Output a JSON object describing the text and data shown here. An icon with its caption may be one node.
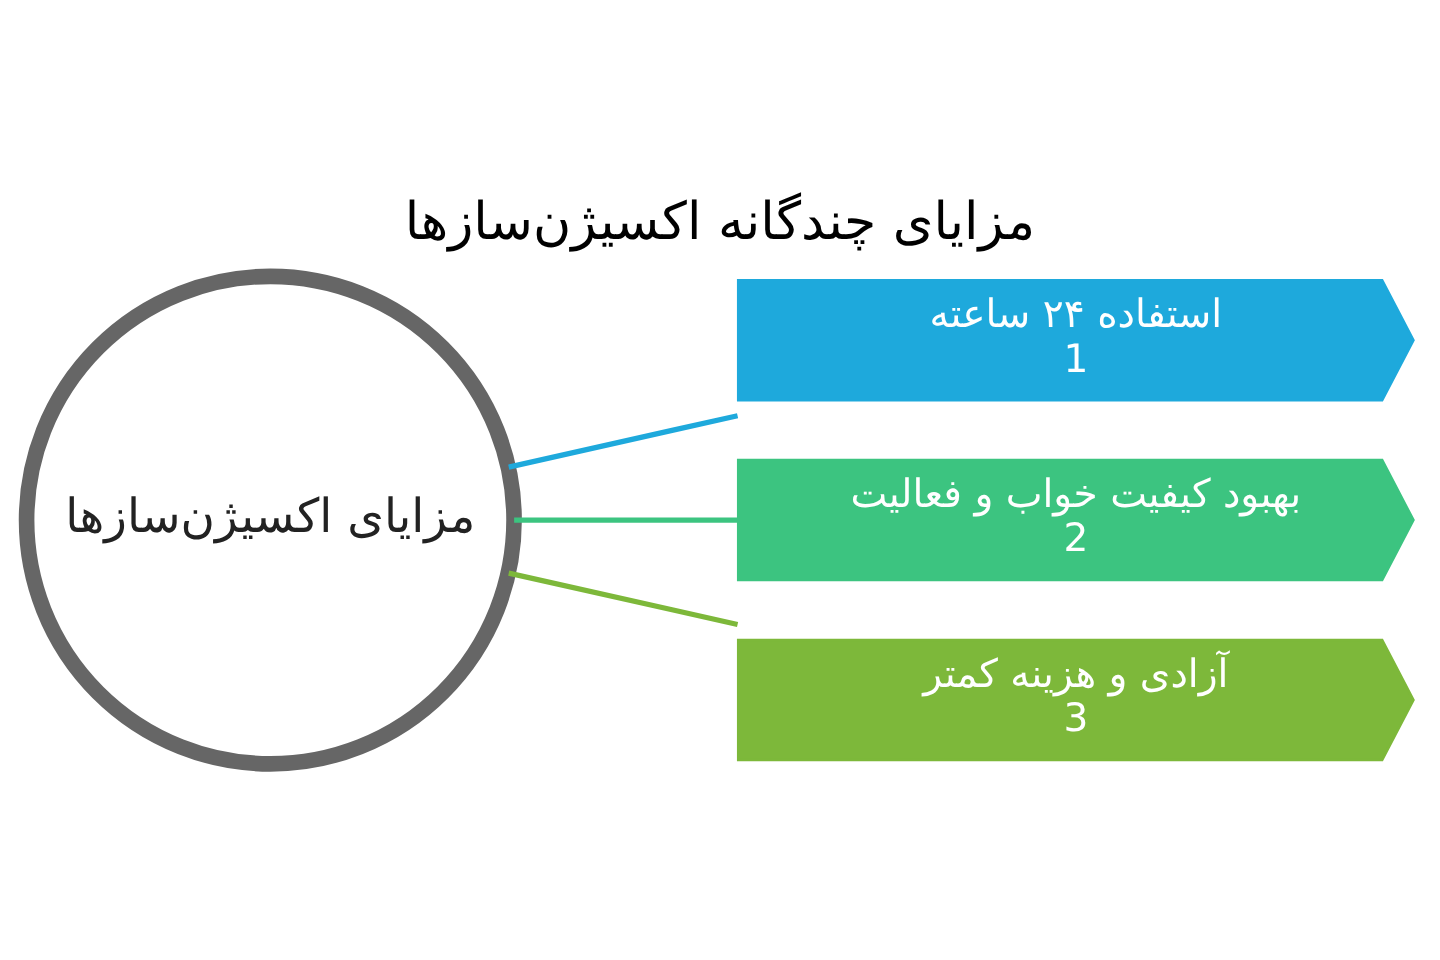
{
  "diagram": {
    "title": "مزایای چندگانه اکسیژن‌سازها",
    "nodes": [
      {
        "text": [
          "مزایای اکسیژن‌سازها"
        ]
      },
      {
        "text": [
          "استفاده ۲۴ ساعته",
          "1"
        ]
      },
      {
        "text": [
          "بهبود کیفیت خواب و فعالیت",
          "2"
        ]
      },
      {
        "text": [
          "آزادی و هزینه کمتر",
          "3"
        ]
      }
    ],
    "edges": [
      {
        "from": 0,
        "to": 1,
        "arrow": "none",
        "color": "#1ea9dc"
      },
      {
        "from": 0,
        "to": 2,
        "arrow": "none",
        "color": "#3cc480"
      },
      {
        "from": 0,
        "to": 3,
        "arrow": "none",
        "color": "#7db83a"
      }
    ]
  }
}
